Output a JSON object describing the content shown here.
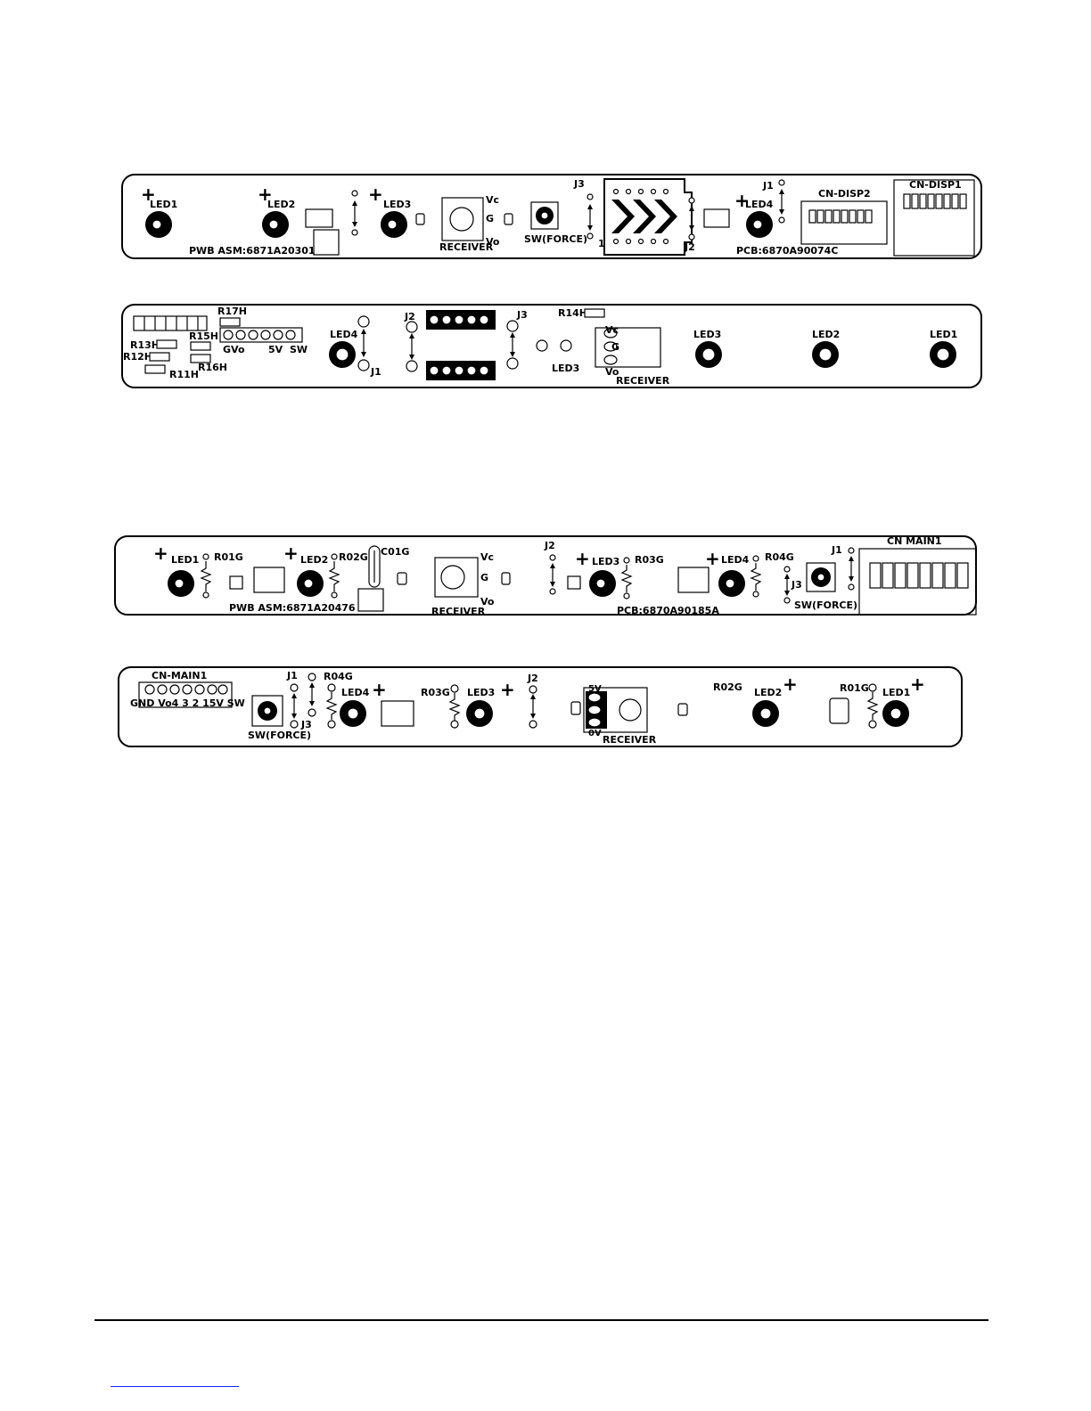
{
  "board1": {
    "led1": "LED1",
    "led2": "LED2",
    "led3": "LED3",
    "led4": "LED4",
    "pwb": "PWB ASM:6871A20301",
    "pcb": "PCB:6870A90074C",
    "receiver": "RECEIVER",
    "sw": "SW(FORCE)",
    "j1": "J1",
    "j2": "J2",
    "j3": "J3",
    "vc": "Vc",
    "g": "G",
    "vo": "Vo",
    "pin1": "1",
    "cn_disp1": "CN-DISP1",
    "cn_disp2": "CN-DISP2"
  },
  "board2": {
    "r17h": "R17H",
    "r13h": "R13H",
    "r12h": "R12H",
    "r11h": "R11H",
    "r15h": "R15H",
    "r16h": "R16H",
    "r14h": "R14H",
    "gvo": "GVo",
    "v5": "5V",
    "sw": "SW",
    "led4": "LED4",
    "led3_small": "LED3",
    "led3": "LED3",
    "led2": "LED2",
    "led1": "LED1",
    "j1": "J1",
    "j2": "J2",
    "j3": "J3",
    "vc": "Vc",
    "g": "G",
    "vo": "Vo",
    "receiver": "RECEIVER"
  },
  "board3": {
    "led1": "LED1",
    "led2": "LED2",
    "led3": "LED3",
    "led4": "LED4",
    "r01g": "R01G",
    "r02g": "R02G",
    "r03g": "R03G",
    "r04g": "R04G",
    "c01g": "C01G",
    "pwb": "PWB ASM:6871A20476",
    "pcb": "PCB:6870A90185A",
    "receiver": "RECEIVER",
    "vc": "Vc",
    "g": "G",
    "vo": "Vo",
    "j1": "J1",
    "j2": "J2",
    "j3": "J3",
    "sw": "SW(FORCE)",
    "cn_main1": "CN MAIN1"
  },
  "board4": {
    "cn_main1": "CN-MAIN1",
    "pins": "GND Vo4 3 2 15V SW",
    "j1": "J1",
    "j2": "J2",
    "j3": "J3",
    "sw": "SW(FORCE)",
    "r04g": "R04G",
    "r03g": "R03G",
    "r02g": "R02G",
    "r01g": "R01G",
    "led4": "LED4",
    "led3": "LED3",
    "led2": "LED2",
    "led1": "LED1",
    "sv": "5V",
    "ov": "0V",
    "receiver": "RECEIVER"
  }
}
